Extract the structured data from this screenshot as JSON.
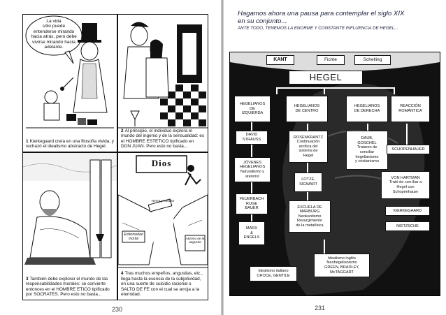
{
  "left_page": {
    "page_number": "230",
    "panel1": {
      "bubble": "La vida\nsólo puede\nentenderse mirando\nhacia atrás, pero debe\nvivirse mirando hacia\nadelante.",
      "caption_num": "1",
      "caption": "Kierkegaard creía en una filosofía vivida, y rechazó el idealismo abstracto de Hegel."
    },
    "panel2": {
      "caption_num": "2",
      "caption": "Al principio, el individuo explora el mundo del ingenio y de la sensualidad: es el HOMBRE ESTETICO tipificado en DON JUAN. Pero esto no basta..."
    },
    "panel3": {
      "caption_num": "3",
      "caption": "También debe explorar el mundo de las responsabilidades morales: se convierte entonces en el HOMBRE ETICO tipificado por SOCRATES. Pero esto no basta..."
    },
    "panel4": {
      "sign_god": "Dios",
      "label_left": "Enfermedad mortal",
      "label_right": "Abismo de la angustia",
      "label_top": "Temor y temblor",
      "caption_num": "4",
      "caption": "Tras muchos empeños, angustias, etc., llega hasta la esencia de la subjetividad, en una suerte de suicidio racional o SALTO DE FE con el cual se arroja a la eternidad."
    }
  },
  "right_page": {
    "page_number": "231",
    "title_line1": "Hagamos ahora una pausa para contemplar el siglo XIX",
    "title_line2": "en su conjunto...",
    "subtitle": "ANTE TODO, TENEMOS LA ENORME Y CONSTANTE INFLUENCIA DE HEGEL...",
    "diagram": {
      "kant": "KANT",
      "fichte": "Fichte",
      "schelling": "Schelling",
      "hegel": "HEGEL",
      "izquierda": "HEGELIANOS\nDE\nIZQUIERDA",
      "centro": "HEGELIANOS\nDE CENTRO",
      "derecha": "HEGELIANOS\nDE DERECHA",
      "reaccion": "REACCIÓN\nROMÁNTICA",
      "strauss": "DAVID\nSTRAUSS",
      "rosenkrantz": "ROSENKRANTZ\nContinuación\nacrítica del\nsistema de\nHegel",
      "daub": "DAUB,\nGOSCHEL\nTrataron de\nconciliar\nhegelianismo\ny cristianismo",
      "schopenhauer": "SCHOPENHAUER",
      "jovenes": "JÓVENES\nHEGELIANOS\nNaturalismo y\nateísmo",
      "lotze": "LOTZE,\nSIGWART",
      "hartman": "VON HARTMAN\nTrató de con-iliar a\nHegel con\nSchopenhauer",
      "feuerbach": "FEUERBACH\nRUGE\nBAUER",
      "marburg": "ESCUELA DE\nMARBURG\nNeokantismo\nResurgimiento\nde la metafísica",
      "kierkegaard": "KIERKEGAARD",
      "nietzsche": "NIETZSCHE",
      "marx": "MARX\n&\nENGELS",
      "ingles": "Idealismo inglés\nNeohegelianismo\nGREEN, BRADLEY,\nMcTAGGART",
      "italiano": "Idealismo italiano\nCROCE, GENTILE"
    }
  }
}
